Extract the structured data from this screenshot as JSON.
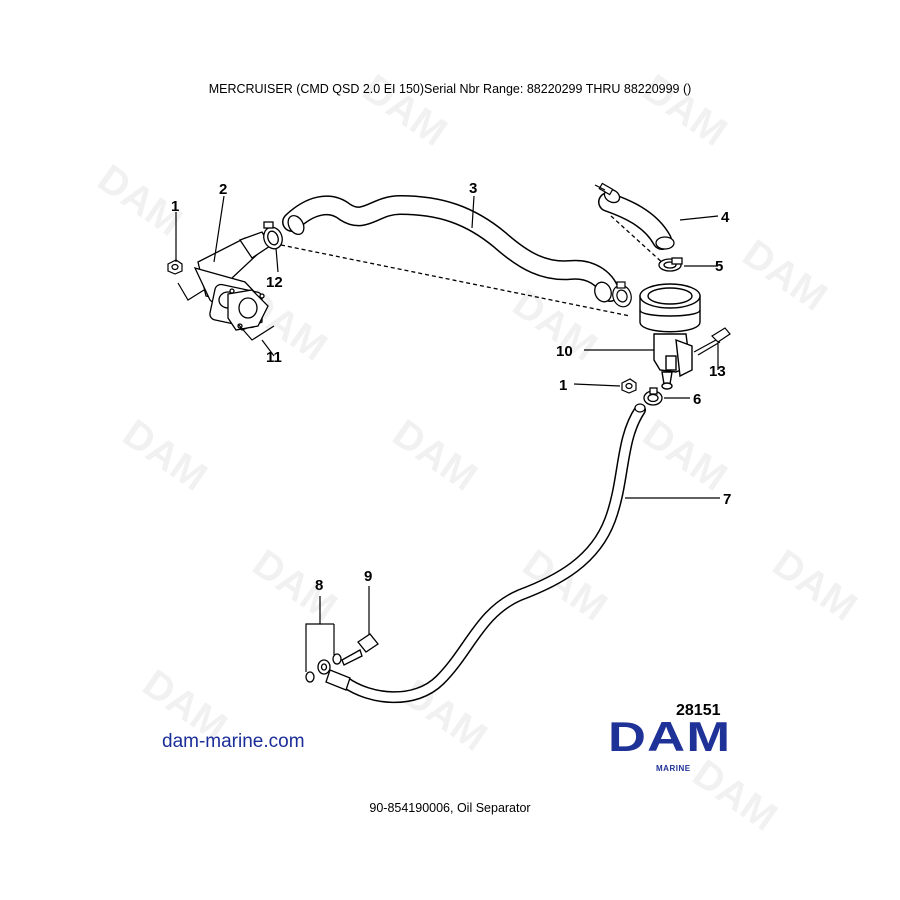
{
  "header": {
    "title": "MERCRUISER (CMD QSD 2.0 EI 150)Serial Nbr Range: 88220299 THRU 88220999 ()"
  },
  "footer": {
    "caption": "90-854190006, Oil Separator"
  },
  "site_link": "dam-marine.com",
  "figure_number": "28151",
  "logo": {
    "main": "DAM",
    "sub": "MARINE",
    "color": "#1f3298"
  },
  "watermark_text": "DAM",
  "callouts": [
    {
      "id": "c1a",
      "label": "1"
    },
    {
      "id": "c2",
      "label": "2"
    },
    {
      "id": "c3",
      "label": "3"
    },
    {
      "id": "c4",
      "label": "4"
    },
    {
      "id": "c5",
      "label": "5"
    },
    {
      "id": "c12",
      "label": "12"
    },
    {
      "id": "c11",
      "label": "11"
    },
    {
      "id": "c10",
      "label": "10"
    },
    {
      "id": "c13",
      "label": "13"
    },
    {
      "id": "c1b",
      "label": "1"
    },
    {
      "id": "c6",
      "label": "6"
    },
    {
      "id": "c7",
      "label": "7"
    },
    {
      "id": "c8",
      "label": "8"
    },
    {
      "id": "c9",
      "label": "9"
    }
  ]
}
